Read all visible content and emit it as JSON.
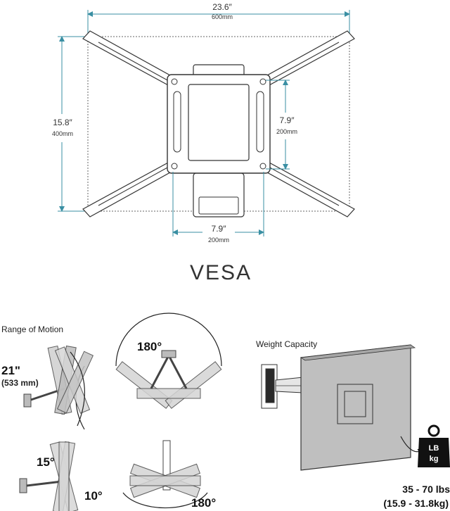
{
  "vesa": {
    "title": "VESA",
    "width_in": "23.6″",
    "width_mm": "600mm",
    "height_in": "15.8″",
    "height_mm": "400mm",
    "inner_height_in": "7.9″",
    "inner_height_mm": "200mm",
    "inner_width_in": "7.9″",
    "inner_width_mm": "200mm",
    "dimension_color": "#3a8fa3"
  },
  "range_of_motion": {
    "heading": "Range of Motion",
    "extension_in": "21\"",
    "extension_mm": "(533 mm)",
    "swivel_top": "180°",
    "tilt_up": "15°",
    "tilt_down": "10°",
    "swivel_bottom": "180°"
  },
  "weight_capacity": {
    "heading": "Weight Capacity",
    "icon_top": "LB",
    "icon_bottom": "kg",
    "range_lbs": "35 - 70 lbs",
    "range_kg": "(15.9 - 31.8kg)"
  }
}
